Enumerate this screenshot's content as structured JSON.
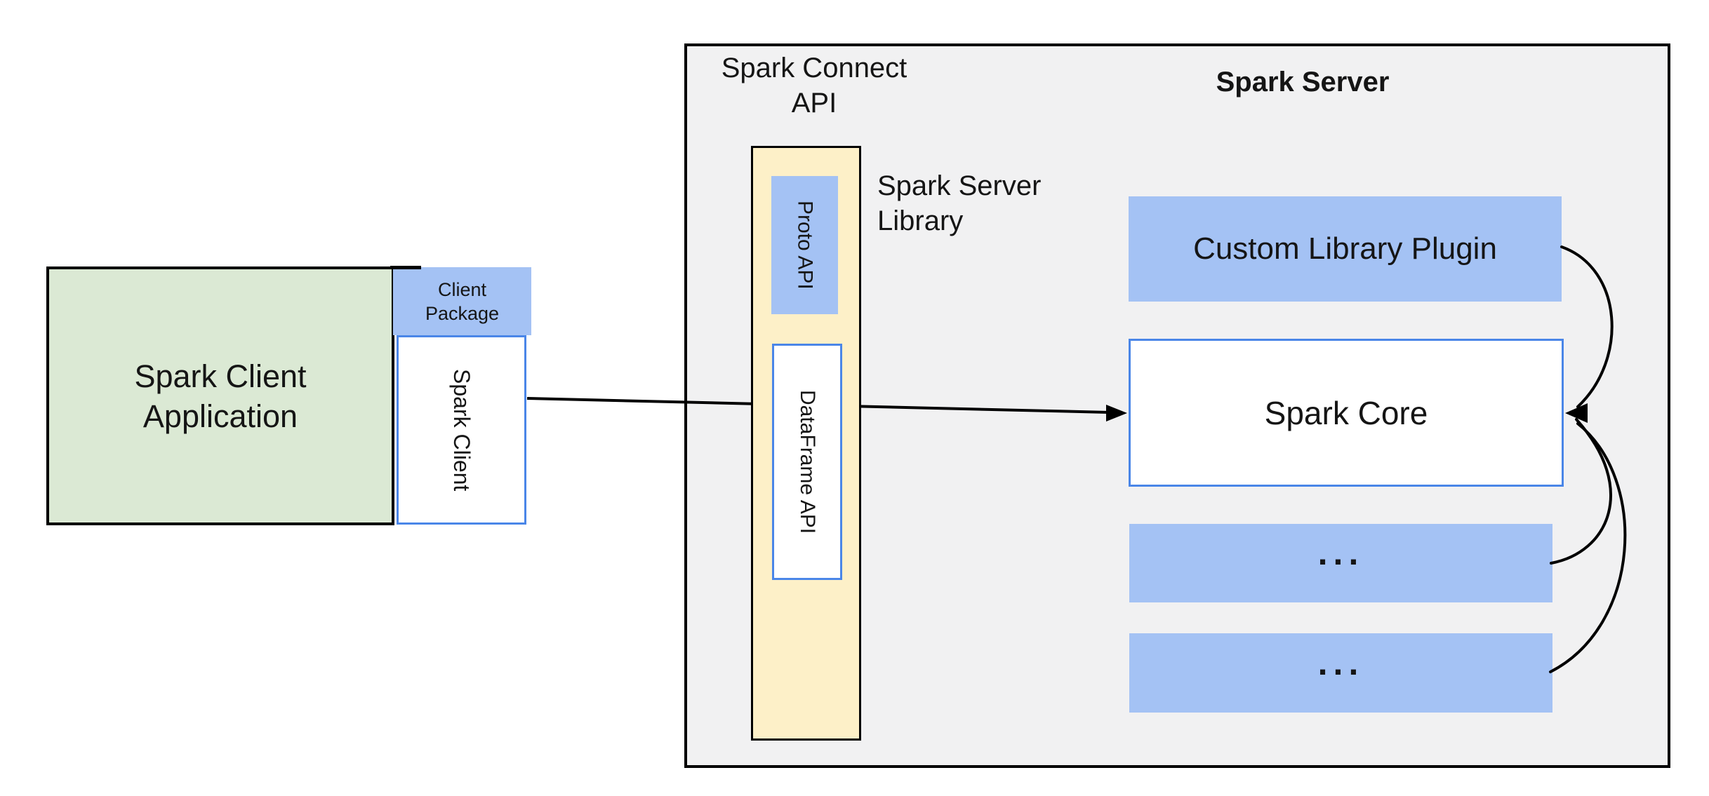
{
  "colors": {
    "page_bg": "#ffffff",
    "outer_bg": "#f1f1f2",
    "green_fill": "#dbe9d4",
    "yellow_fill": "#fdf0c8",
    "blue_fill": "#a4c2f4",
    "blue_border": "#4a86e8",
    "line": "#000000",
    "text": "#151515"
  },
  "client_app": {
    "line1": "Spark Client",
    "line2": "Application"
  },
  "client_package": {
    "line1": "Client",
    "line2": "Package"
  },
  "spark_client": {
    "label": "Spark Client"
  },
  "connect_api": {
    "line1": "Spark Connect",
    "line2": "API"
  },
  "proto_api": {
    "label": "Proto API"
  },
  "dataframe_api": {
    "label": "DataFrame API"
  },
  "server_library": {
    "line1": "Spark Server",
    "line2": "Library"
  },
  "server": {
    "title": "Spark Server",
    "plugin": "Custom Library Plugin",
    "core": "Spark Core",
    "more1": "...",
    "more2": "..."
  }
}
